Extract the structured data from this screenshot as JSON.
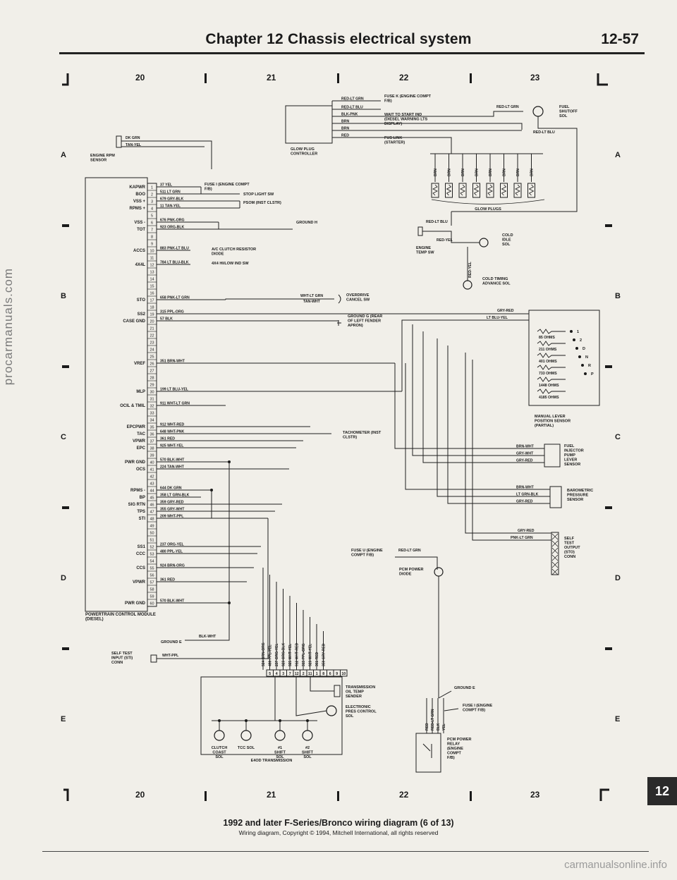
{
  "header": {
    "title": "Chapter 12  Chassis electrical system",
    "page": "12-57"
  },
  "grid": {
    "columns": [
      "20",
      "21",
      "22",
      "23"
    ],
    "rows": [
      "A",
      "B",
      "C",
      "D",
      "E"
    ]
  },
  "caption": {
    "main": "1992 and later F-Series/Bronco wiring diagram (6 of 13)",
    "sub": "Wiring diagram, Copyright © 1994, Mitchell International, all rights reserved"
  },
  "chapter_tab": "12",
  "watermarks": {
    "side": "procarmanuals.com",
    "footer": "carmanualsonline.info"
  },
  "pcm": {
    "title": "POWERTRAIN CONTROL MODULE (DIESEL)",
    "pins": [
      "1",
      "2",
      "3",
      "4",
      "5",
      "6",
      "7",
      "8",
      "9",
      "10",
      "11",
      "12",
      "13",
      "14",
      "15",
      "16",
      "17",
      "18",
      "19",
      "20",
      "21",
      "22",
      "23",
      "24",
      "25",
      "26",
      "27",
      "28",
      "29",
      "30",
      "31",
      "32",
      "33",
      "34",
      "35",
      "36",
      "37",
      "38",
      "39",
      "40",
      "41",
      "42",
      "43",
      "44",
      "45",
      "46",
      "47",
      "48",
      "49",
      "50",
      "51",
      "52",
      "53",
      "54",
      "55",
      "56",
      "57",
      "58",
      "59",
      "60"
    ],
    "signals": [
      {
        "label": "KAPWR",
        "pin": 1
      },
      {
        "label": "BOO",
        "pin": 2
      },
      {
        "label": "VSS +",
        "pin": 3
      },
      {
        "label": "RPMS +",
        "pin": 4
      },
      {
        "label": "VSS -",
        "pin": 6
      },
      {
        "label": "TOT",
        "pin": 7
      },
      {
        "label": "ACCS",
        "pin": 10
      },
      {
        "label": "4X4L",
        "pin": 12
      },
      {
        "label": "STO",
        "pin": 17
      },
      {
        "label": "SS2",
        "pin": 19
      },
      {
        "label": "CASE GND",
        "pin": 20
      },
      {
        "label": "VREF",
        "pin": 26
      },
      {
        "label": "MLP",
        "pin": 30
      },
      {
        "label": "OCIL & TMIL",
        "pin": 32
      },
      {
        "label": "EPCPWR",
        "pin": 35
      },
      {
        "label": "TAC",
        "pin": 36
      },
      {
        "label": "VPWR",
        "pin": 37
      },
      {
        "label": "EPC",
        "pin": 38
      },
      {
        "label": "PWR GND",
        "pin": 40
      },
      {
        "label": "OCS",
        "pin": 41
      },
      {
        "label": "RPMS -",
        "pin": 44
      },
      {
        "label": "BP",
        "pin": 45
      },
      {
        "label": "SIG RTN",
        "pin": 46
      },
      {
        "label": "TPS",
        "pin": 47
      },
      {
        "label": "STI",
        "pin": 48
      },
      {
        "label": "SS1",
        "pin": 52
      },
      {
        "label": "CCC",
        "pin": 53
      },
      {
        "label": "CCS",
        "pin": 55
      },
      {
        "label": "VPWR",
        "pin": 57
      },
      {
        "label": "PWR GND",
        "pin": 60
      }
    ],
    "wires": [
      {
        "text": "37 YEL",
        "pin": 1
      },
      {
        "text": "511 LT GRN",
        "pin": 2
      },
      {
        "text": "679 GRY-BLK",
        "pin": 3
      },
      {
        "text": "11 TAN-YEL",
        "pin": 4
      },
      {
        "text": "676 PNK-ORG",
        "pin": 6
      },
      {
        "text": "923 ORG-BLK",
        "pin": 7
      },
      {
        "text": "883 PNK-LT BLU",
        "pin": 10
      },
      {
        "text": "784 LT BLU-BLK",
        "pin": 12
      },
      {
        "text": "658 PNK-LT GRN",
        "pin": 17
      },
      {
        "text": "315 PPL-ORG",
        "pin": 19
      },
      {
        "text": "57 BLK",
        "pin": 20
      },
      {
        "text": "351 BRN-WHT",
        "pin": 26
      },
      {
        "text": "199 LT BLU-YEL",
        "pin": 30
      },
      {
        "text": "911 WHT-LT GRN",
        "pin": 32
      },
      {
        "text": "912 WHT-RED",
        "pin": 35
      },
      {
        "text": "648 WHT-PNK",
        "pin": 36
      },
      {
        "text": "361 RED",
        "pin": 37
      },
      {
        "text": "925 WHT-YEL",
        "pin": 38
      },
      {
        "text": "570 BLK-WHT",
        "pin": 40
      },
      {
        "text": "224 TAN-WHT",
        "pin": 41
      },
      {
        "text": "644 DK GRN",
        "pin": 44
      },
      {
        "text": "358 LT GRN-BLK",
        "pin": 45
      },
      {
        "text": "359 GRY-RED",
        "pin": 46
      },
      {
        "text": "355 GRY-WHT",
        "pin": 47
      },
      {
        "text": "209 WHT-PPL",
        "pin": 48
      },
      {
        "text": "237 ORG-YEL",
        "pin": 52
      },
      {
        "text": "480 PPL-YEL",
        "pin": 53
      },
      {
        "text": "924 BRN-ORG",
        "pin": 55
      },
      {
        "text": "361 RED",
        "pin": 57
      },
      {
        "text": "570 BLK-WHT",
        "pin": 60
      }
    ]
  },
  "pcm_callouts": [
    {
      "text": "FUSE I (ENGINE COMPT F/B)",
      "pin": 1
    },
    {
      "text": "STOP LIGHT SW",
      "pin": 2
    },
    {
      "text": "PSOM (INST CLSTR)",
      "pin": 3
    },
    {
      "text": "GROUND H",
      "pin": 6
    },
    {
      "text": "A/C CLUTCH RESISTOR DIODE",
      "pin": 10
    },
    {
      "text": "4X4 HI/LOW IND SW",
      "pin": 12
    },
    {
      "text": "TACHOMETER (INST CLSTR)",
      "pin": 36
    }
  ],
  "engine_rpm_sensor": {
    "label": "ENGINE RPM SENSOR",
    "wires": [
      "DK GRN",
      "TAN-YEL"
    ]
  },
  "glow_plug_controller": {
    "label": "GLOW PLUG CONTROLLER",
    "wires": [
      "RED-LT GRN",
      "RED-LT BLU",
      "BLK-PNK",
      "BRN",
      "BRN",
      "RED"
    ],
    "callouts": [
      "FUSE K (ENGINE COMPT F/B)",
      "WAIT TO START IND (DIESEL WARNING LTS DISPLAY)",
      "FUS LINK (STARTER)"
    ]
  },
  "fuel_shutoff": {
    "label": "FUEL SHUTOFF SOL",
    "wires": [
      "RED-LT GRN",
      "RED-LT BLU"
    ]
  },
  "glow_plugs": {
    "label": "GLOW PLUGS",
    "wire": "BRN",
    "count": 8
  },
  "cold_idle": {
    "label": "COLD IDLE SOL",
    "wires": [
      "RED-LT BLU",
      "RED-YEL"
    ]
  },
  "engine_temp_sw": {
    "label": "ENGINE TEMP SW"
  },
  "cold_timing": {
    "label": "COLD TIMING ADVANCE SOL",
    "wire": "RED-YEL"
  },
  "overdrive": {
    "label": "OVERDRIVE CANCEL SW",
    "wires": [
      "WHT-LT GRN",
      "TAN-WHT"
    ]
  },
  "ground_g": {
    "label": "GROUND G (REAR OF LEFT FENDER APRON)"
  },
  "manual_lever": {
    "label": "MANUAL LEVER POSITION SENSOR (PARTIAL)",
    "wires": [
      "GRY-RED",
      "LT BLU-YEL"
    ],
    "resistors": [
      "85 OHMS",
      "211 OHMS",
      "401 OHMS",
      "733 OHMS",
      "1448 OHMS",
      "4185 OHMS"
    ],
    "positions": [
      "1",
      "2",
      "D",
      "N",
      "R",
      "P"
    ]
  },
  "fuel_injector_pump": {
    "label": "FUEL INJECTOR PUMP LEVER SENSOR",
    "wires": [
      "BRN-WHT",
      "GRY-WHT",
      "GRY-RED"
    ]
  },
  "barometric": {
    "label": "BAROMETRIC PRESSURE SENSOR",
    "wires": [
      "BRN-WHT",
      "LT GRN-BLK",
      "GRY-RED"
    ]
  },
  "self_test_output": {
    "label": "SELF TEST OUTPUT (STO) CONN",
    "wires": [
      "GRY-RED",
      "PNK-LT GRN"
    ]
  },
  "fuse_u": {
    "label": "FUSE U (ENGINE COMPT F/B)",
    "wire": "RED-LT GRN"
  },
  "pcm_power_diode": {
    "label": "PCM POWER DIODE"
  },
  "ground_e": {
    "label": "GROUND E",
    "wire": "BLK-WHT"
  },
  "self_test_input": {
    "label": "SELF TEST INPUT (STI) CONN",
    "wire": "WHT-PPL"
  },
  "transmission": {
    "label": "E4OD TRANSMISSION",
    "connector_pins": [
      "5",
      "4",
      "3",
      "7",
      "12",
      "2",
      "11",
      "1",
      "8",
      "6",
      "9",
      "10"
    ],
    "vertical_wires": [
      "924 BRN-ORG",
      "480 PPL-YEL",
      "237 ORG-YEL",
      "923 ORG-BLK",
      "925 WHT-YEL",
      "912 WHT-RED",
      "315 PPL-ORG",
      "923 WHT-YEL",
      "361 RED",
      "359 GRY-RED"
    ],
    "components": [
      "TRANSMISSION OIL TEMP SENDER",
      "ELECTRONIC PRES CONTROL SOL"
    ],
    "solenoids": [
      "CLUTCH COAST SOL",
      "TCC SOL",
      "#1 SHIFT SOL",
      "#2 SHIFT SOL"
    ]
  },
  "pcm_power_relay": {
    "label": "PCM POWER RELAY (ENGINE COMPT F/B)",
    "wires": [
      "RED",
      "RED-LT GRN",
      "BLK",
      "YEL"
    ],
    "callouts": [
      "GROUND E",
      "FUSE I (ENGINE COMPT F/B)"
    ]
  }
}
